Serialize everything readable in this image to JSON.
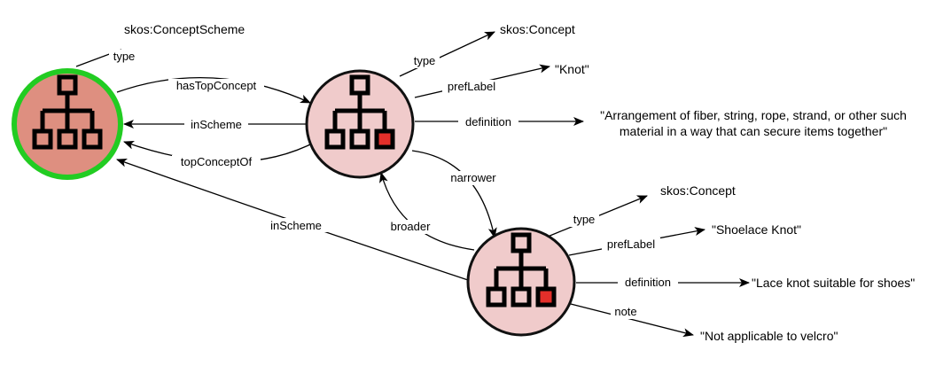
{
  "colors": {
    "scheme_fill": "#DE8F80",
    "scheme_border": "#22CC22",
    "concept_fill": "#F0CBCB",
    "concept_border": "#111111",
    "leaf_marker": "#E42F2A",
    "icon_stroke": "#000000"
  },
  "nodes": {
    "scheme": {
      "icon": "hierarchy-icon"
    },
    "knot": {
      "icon": "hierarchy-icon"
    },
    "shoelace": {
      "icon": "hierarchy-icon"
    }
  },
  "literals": {
    "concept_scheme_type": "skos:ConceptScheme",
    "knot_type": "skos:Concept",
    "knot_label": "\"Knot\"",
    "knot_definition_line1": "\"Arrangement of fiber, string, rope, strand, or other such",
    "knot_definition_line2": "material in a way that can secure items together\"",
    "shoelace_type": "skos:Concept",
    "shoelace_label": "\"Shoelace Knot\"",
    "shoelace_definition": "\"Lace knot suitable for shoes\"",
    "shoelace_note": "\"Not applicable to velcro\""
  },
  "edges": {
    "type": "type",
    "hasTopConcept": "hasTopConcept",
    "inScheme": "inScheme",
    "topConceptOf": "topConceptOf",
    "knot_type": "type",
    "knot_prefLabel": "prefLabel",
    "knot_definition": "definition",
    "narrower": "narrower",
    "broader": "broader",
    "shoelace_inScheme": "inScheme",
    "shoelace_type": "type",
    "shoelace_prefLabel": "prefLabel",
    "shoelace_definition": "definition",
    "shoelace_note": "note"
  }
}
